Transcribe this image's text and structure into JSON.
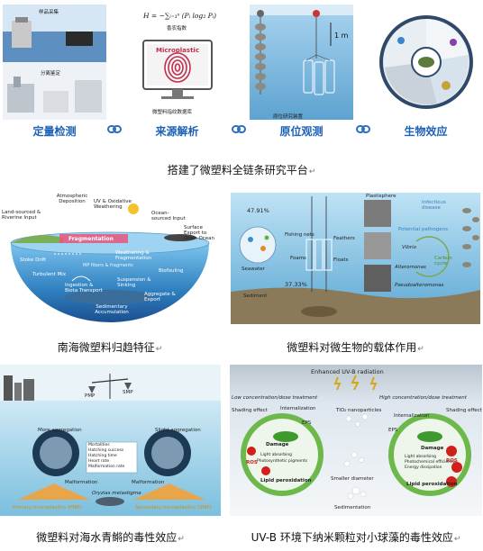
{
  "top_row": {
    "panels": [
      {
        "label": "定量检测",
        "sub_label_1": "样品采集",
        "sub_label_2": "分离鉴定"
      },
      {
        "label": "来源解析",
        "formula": "H = −∑ᵢ₌₁ˢ (Pᵢ log₂ Pᵢ)",
        "index_label": "香农指数",
        "screen_text": "Microplastic",
        "db_label": "微塑料指纹数据库"
      },
      {
        "label": "原位观测",
        "scale_label": "1 m",
        "device_label": "原位研究装置"
      },
      {
        "label": "生物效应"
      }
    ],
    "caption": "搭建了微塑料全链条研究平台"
  },
  "middle_left": {
    "caption": "南海微塑料归趋特征",
    "labels": {
      "atmospheric": "Atmospheric Deposition",
      "land": "Land-sourced & Riverine Input",
      "uv": "UV & Oxidative Weathering",
      "ocean_input": "Ocean-sourced Input",
      "surface_export": "Surface Export to Open Ocean",
      "fragmentation": "Fragmentation",
      "stoke": "Stoke Drift",
      "turbulent": "Turbulent Mix",
      "weathering": "Weathering & Fragmentation",
      "ingestion": "Ingestion & Biota Transport",
      "suspension": "Suspension & Sinking",
      "biofouling": "Biofouling",
      "aggregate": "Aggregate & Export",
      "sedimentary": "Sedimentary Accumulation"
    }
  },
  "middle_right": {
    "caption": "微塑料对微生物的载体作用",
    "labels": {
      "pct1": "47.91%",
      "pct2": "37.33%",
      "seawater": "Seawater",
      "sediment": "Sediment",
      "fishing_nets": "Fishing nets",
      "foams": "Foams",
      "feathers": "Feathers",
      "floats": "Floats",
      "plastisphere": "Plastisphere",
      "infectious": "Infectious disease",
      "pathogens": "Potential pathogens",
      "vibrio": "Vibrio",
      "alteromonas": "Alteromonas",
      "pseudoalteromonas": "Pseudoalteromonas",
      "carbon_cycle": "Carbon cycle"
    }
  },
  "bottom_left": {
    "caption": "微塑料对海水青鳉的毒性效应",
    "labels": {
      "more_aggregation": "More aggregation",
      "slight_aggregation": "Slight aggregation",
      "pmp": "PMP",
      "smp": "SMP",
      "malformation": "Malformation",
      "oryzias": "Oryzias melastigma",
      "primary_mp": "Primary microplastics (PMP)",
      "secondary_mp": "Secondary microplastics (SMP)",
      "mortalities": "Mortalities",
      "hatching_success": "Hatching success",
      "hatching_time": "Hatching time",
      "heart_rate": "Heart rate",
      "malformation_rate": "Malformation rate"
    }
  },
  "bottom_right": {
    "caption": "UV-B 环境下纳米颗粒对小球藻的毒性效应",
    "labels": {
      "uvb": "Enhanced UV-B radiation",
      "low": "Low concentration/dose treatment",
      "high": "High concentration/dose treatment",
      "shading": "Shading effect",
      "internalization": "Internalization",
      "tio2": "TiO₂ nanoparticles",
      "eps": "EPS",
      "damage": "Damage",
      "ros": "ROS",
      "light_abs": "Light absorbing",
      "photo_pig": "Photosynthetic pigments",
      "photo_eff": "Photochemical efficiency",
      "energy_diss": "Energy dissipation",
      "lipid": "Lipid peroxidation",
      "smaller": "Smaller diameter",
      "sedimentation": "Sedimentation"
    }
  },
  "colors": {
    "label_blue": "#1e61b6",
    "ros_red": "#d0201c",
    "algae_green": "#3e9a2c"
  }
}
